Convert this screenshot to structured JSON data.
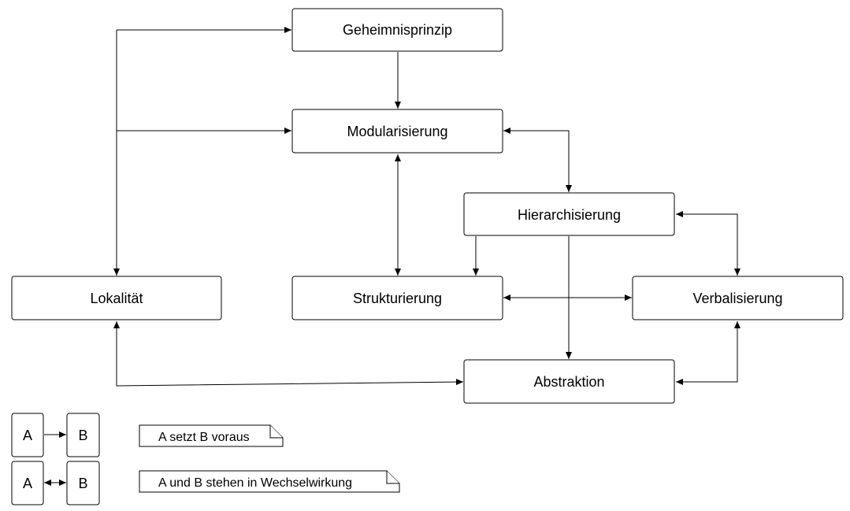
{
  "nodes": {
    "geheimnisprinzip": "Geheimnisprinzip",
    "modularisierung": "Modularisierung",
    "hierarchisierung": "Hierarchisierung",
    "lokalitaet": "Lokalität",
    "strukturierung": "Strukturierung",
    "verbalisierung": "Verbalisierung",
    "abstraktion": "Abstraktion"
  },
  "legend": {
    "a": "A",
    "b": "B",
    "voraussetzung_text": "A setzt B voraus",
    "wechselwirkung_text": "A und B stehen in Wechselwirkung"
  }
}
